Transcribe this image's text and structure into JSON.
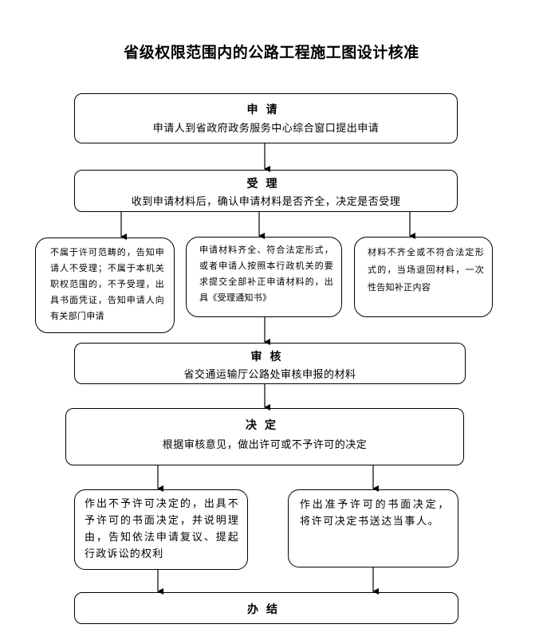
{
  "title": "省级权限范围内的公路工程施工图设计核准",
  "steps": {
    "apply": {
      "head": "申请",
      "desc": "申请人到省政府政务服务中心综合窗口提出申请"
    },
    "accept": {
      "head": "受理",
      "desc": "收到申请材料后，确认申请材料是否齐全，决定是否受理"
    },
    "review": {
      "head": "审核",
      "desc": "省交通运输厅公路处审核申报的材料"
    },
    "decide": {
      "head": "决定",
      "desc": "根据审核意见，做出许可或不予许可的决定"
    },
    "finish": {
      "head": "办结"
    }
  },
  "branches": {
    "not_in_scope": "不属于许可范畴的，告知申请人不受理；不属于本机关职权范围的，不予受理，出具书面凭证，告知申请人向有关部门申请",
    "complete": "申请材料齐全、符合法定形式，或者申请人按照本行政机关的要求提交全部补正申请材料的，出具《受理通知书》",
    "incomplete": "材料不齐全或不符合法定形式的，当场退回材料，一次性告知补正内容",
    "deny": "作出不予许可决定的，出具不予许可的书面决定，并说明理由，告知依法申请复议、提起行政诉讼的权利",
    "approve": "作出准予许可的书面决定，将许可决定书送达当事人。"
  }
}
